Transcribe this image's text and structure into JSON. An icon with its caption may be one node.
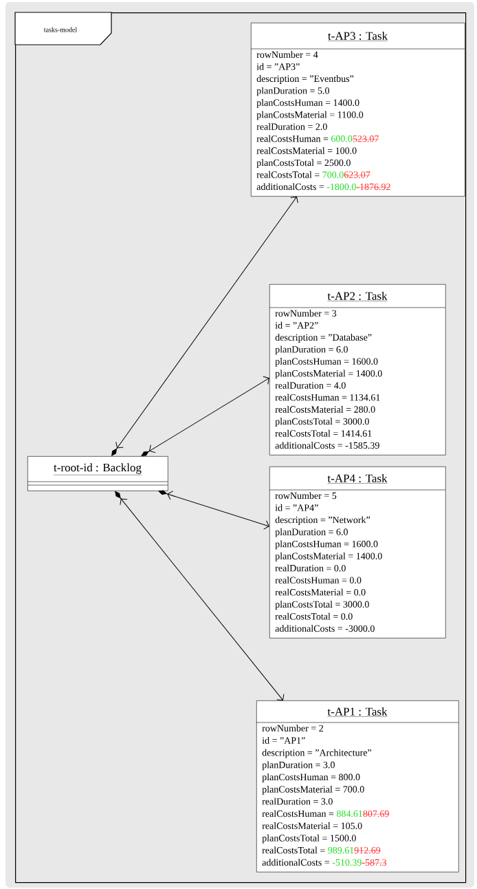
{
  "diagram": {
    "nodes": [
      {
        "text": [
          "tasks-model"
        ]
      },
      {
        "text": [
          "t-AP3 : Task",
          "rowNumber = 4",
          "id = ”AP3”",
          "description = ”Eventbus”",
          "planDuration = 5.0",
          "planCostsHuman = 1400.0",
          "planCostsMaterial = 1100.0",
          "realDuration = 2.0",
          "realCostsHuman =",
          "600.0",
          "523.07",
          "realCostsMaterial = 100.0",
          "planCostsTotal = 2500.0",
          "realCostsTotal =",
          "700.0",
          "623.07",
          "additionalCosts =",
          "-1800.0",
          "-1876.92"
        ],
        "in": 0
      },
      {
        "text": [
          "t-AP2 : Task",
          "rowNumber = 3",
          "id = ”AP2”",
          "description = ”Database”",
          "planDuration = 6.0",
          "planCostsHuman = 1600.0",
          "planCostsMaterial = 1400.0",
          "realDuration = 4.0",
          "realCostsHuman = 1134.61",
          "realCostsMaterial = 280.0",
          "planCostsTotal = 3000.0",
          "realCostsTotal = 1414.61",
          "additionalCosts = -1585.39"
        ],
        "in": 0
      },
      {
        "text": [
          "t-root-id : Backlog"
        ],
        "in": 0
      },
      {
        "text": [
          "t-AP4 : Task",
          "rowNumber = 5",
          "id = ”AP4”",
          "description = ”Network”",
          "planDuration = 6.0",
          "planCostsHuman = 1600.0",
          "planCostsMaterial = 1400.0",
          "realDuration = 0.0",
          "realCostsHuman = 0.0",
          "realCostsMaterial = 0.0",
          "planCostsTotal = 3000.0",
          "realCostsTotal = 0.0",
          "additionalCosts = -3000.0"
        ],
        "in": 0
      },
      {
        "text": [
          "t-AP1 : Task",
          "rowNumber = 2",
          "id = ”AP1”",
          "description = ”Architecture”",
          "planDuration = 3.0",
          "planCostsHuman = 800.0",
          "planCostsMaterial = 700.0",
          "realDuration = 3.0",
          "realCostsHuman =",
          "884.61",
          "807.69",
          "realCostsMaterial = 105.0",
          "planCostsTotal = 1500.0",
          "realCostsTotal =",
          "989.61",
          "912.69",
          "additionalCosts =",
          "-510.39",
          "-587.3"
        ],
        "in": 0
      }
    ],
    "edges": [
      {
        "from": 3,
        "to": 1,
        "arrow": "both"
      },
      {
        "from": 3,
        "to": 2,
        "arrow": "both"
      },
      {
        "from": 3,
        "to": 4,
        "arrow": "both"
      },
      {
        "from": 3,
        "to": 5,
        "arrow": "both"
      }
    ]
  }
}
